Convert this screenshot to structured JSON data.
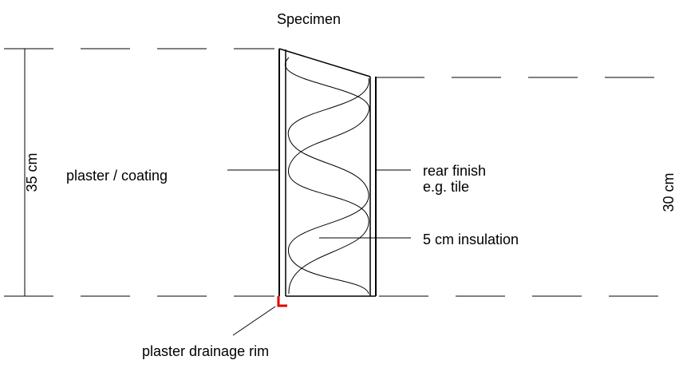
{
  "title": "Specimen",
  "labels": {
    "left_dimension": "35 cm",
    "right_dimension": "30 cm",
    "plaster": "plaster / coating",
    "rear_finish_line1": "rear finish",
    "rear_finish_line2": "e.g. tile",
    "insulation": "5 cm insulation",
    "drainage_rim": "plaster drainage rim"
  },
  "colors": {
    "lines": "#000000",
    "drainage_rim": "#e00000"
  }
}
